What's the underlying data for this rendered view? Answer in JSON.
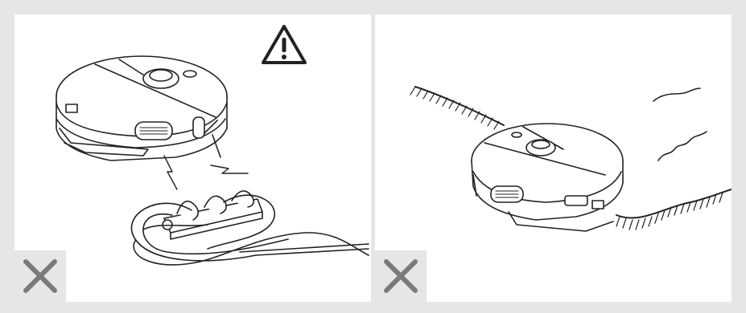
{
  "panels": [
    {
      "id": "left",
      "scene": "robot-vacuum-near-power-strip-and-cables",
      "warning_icon": "warning-triangle-icon",
      "status_icon": "cross-mark-icon"
    },
    {
      "id": "right",
      "scene": "robot-vacuum-on-carpet-edge",
      "status_icon": "cross-mark-icon"
    }
  ],
  "colors": {
    "background": "#e6e6e6",
    "panel": "#ffffff",
    "line": "#222222",
    "cross": "#7a7a7a",
    "badge": "#e6e6e6"
  }
}
